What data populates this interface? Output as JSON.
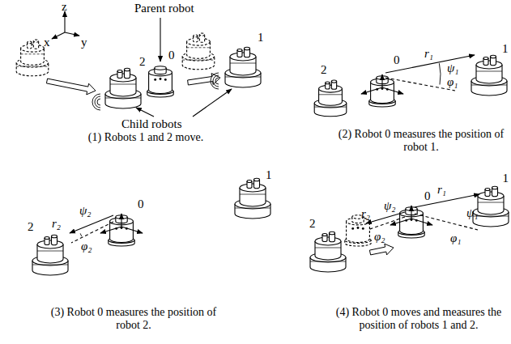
{
  "diagram": {
    "labels": [
      "z",
      "x",
      "y",
      "Parent robot",
      "0",
      "2",
      "1",
      "Child robots",
      "(1) Robots 1 and 2 move.",
      "0",
      "2",
      "1",
      "r₁",
      "ψ₁",
      "φ₁",
      "(2) Robot 0 measures the position of robot 1.",
      "1",
      "0",
      "2",
      "ψ₂",
      "r₂",
      "φ₂",
      "(3) Robot 0 measures the position of robot 2.",
      "0",
      "2",
      "1",
      "r₂",
      "ψ₂",
      "φ₂",
      "r₁",
      "ψ₁",
      "φ₁",
      "(4) Robot 0 moves and measures the position of robots 1 and 2."
    ]
  }
}
